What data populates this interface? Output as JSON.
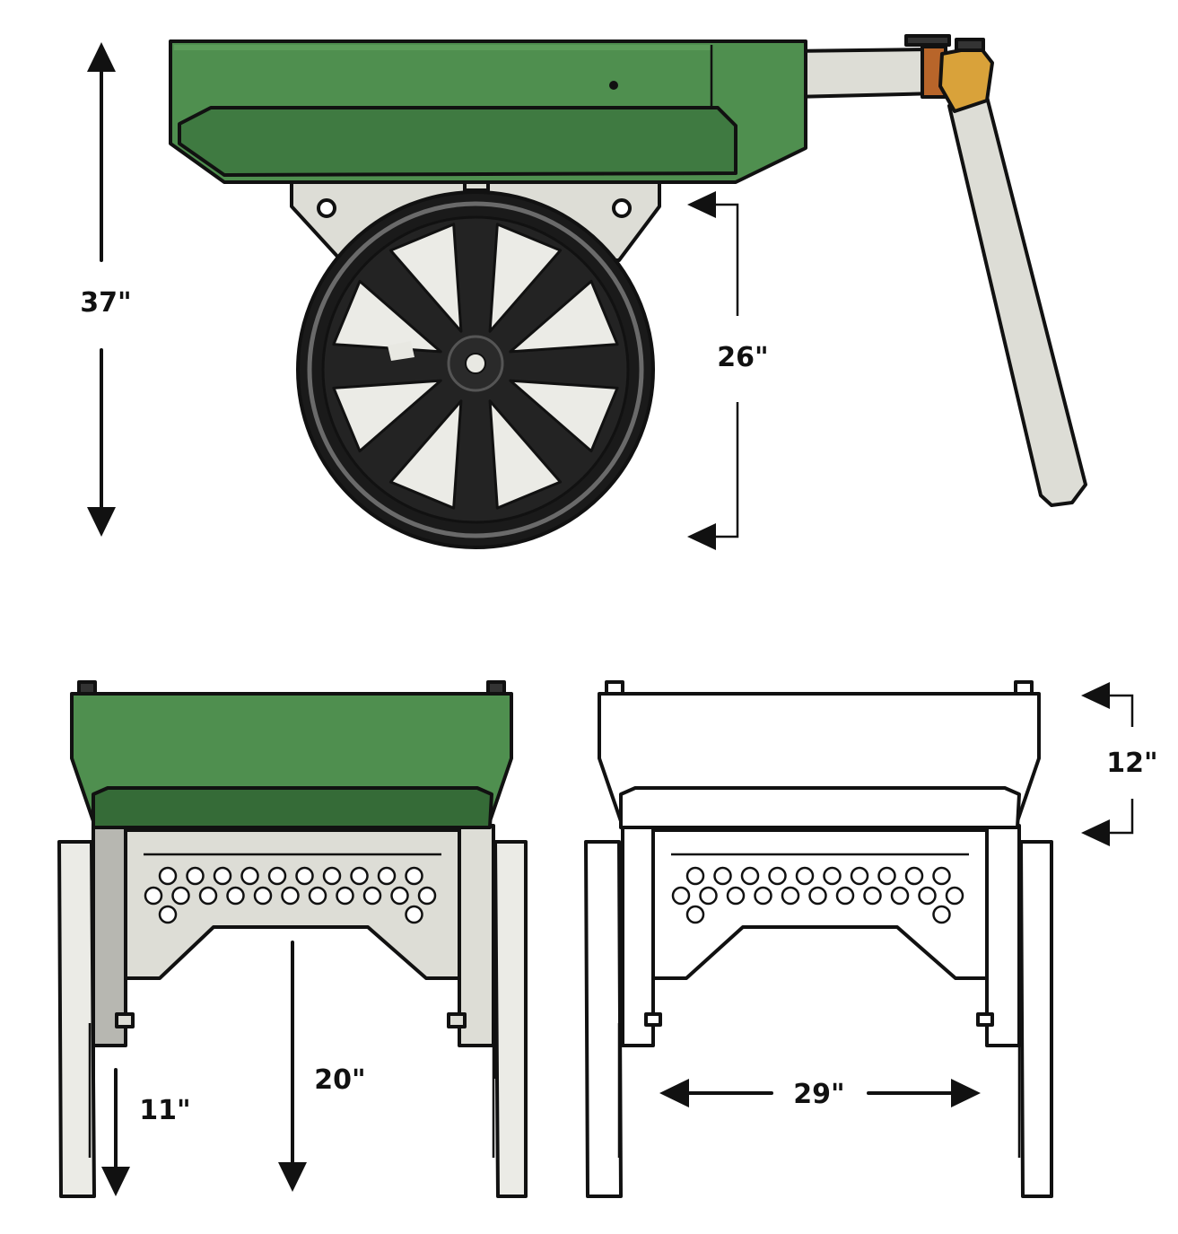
{
  "colors": {
    "hopper_green": "#4f8f4f",
    "hopper_green_dark": "#3f7a41",
    "hopper_green_shadow": "#356b37",
    "steel": "#ddddd6",
    "steel_light": "#ebebe6",
    "outline": "#111111",
    "tire_black": "#1a1a1a",
    "brass": "#d9a23a",
    "copper": "#b8652a",
    "white": "#ffffff"
  },
  "icons": {
    "arrow_head": "triangle-arrow-icon",
    "bracket": "dimension-bracket-icon"
  },
  "dimensions": {
    "overall_height": "37\"",
    "wheel_height": "26\"",
    "hopper_depth": "12\"",
    "wheel_gap": "11\"",
    "ground_clearance": "20\"",
    "track_width": "29\""
  }
}
